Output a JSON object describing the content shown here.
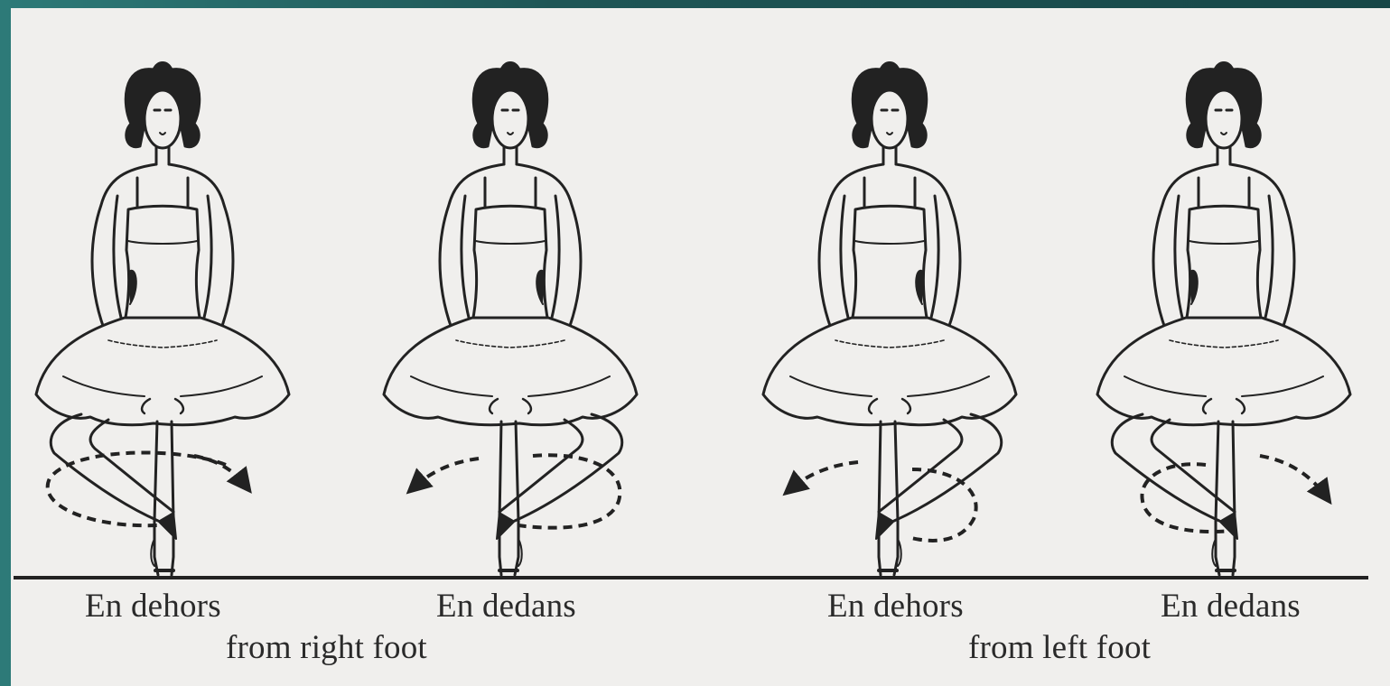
{
  "figures": [
    {
      "label": "En dehors"
    },
    {
      "label": "En dedans"
    },
    {
      "label": "En dehors"
    },
    {
      "label": "En dedans"
    }
  ],
  "groups": [
    {
      "label": "from right foot"
    },
    {
      "label": "from left foot"
    }
  ],
  "colors": {
    "ink": "#2a2a2a",
    "paper": "#f0efed",
    "frame": "#1f5a5c"
  }
}
